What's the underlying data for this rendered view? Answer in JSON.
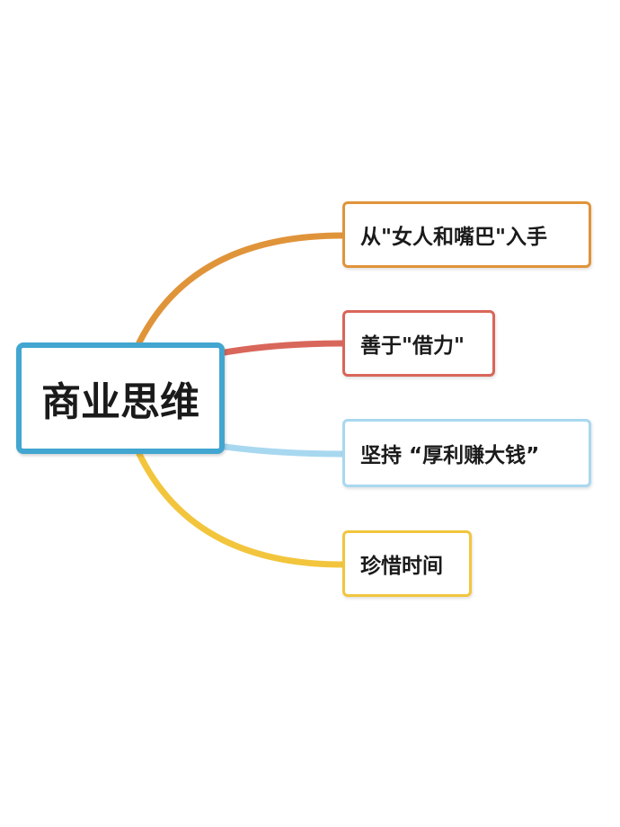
{
  "mindmap": {
    "central": {
      "label": "商业思维",
      "color": "#42a6d0"
    },
    "branches": [
      {
        "label": "从\"女人和嘴巴\"入手",
        "color": "#e0943a"
      },
      {
        "label": "善于\"借力\"",
        "color": "#d9665a"
      },
      {
        "label": "坚持 “厚利赚大钱”",
        "color": "#a8d8f0"
      },
      {
        "label": "珍惜时间",
        "color": "#f2c53d"
      }
    ]
  }
}
